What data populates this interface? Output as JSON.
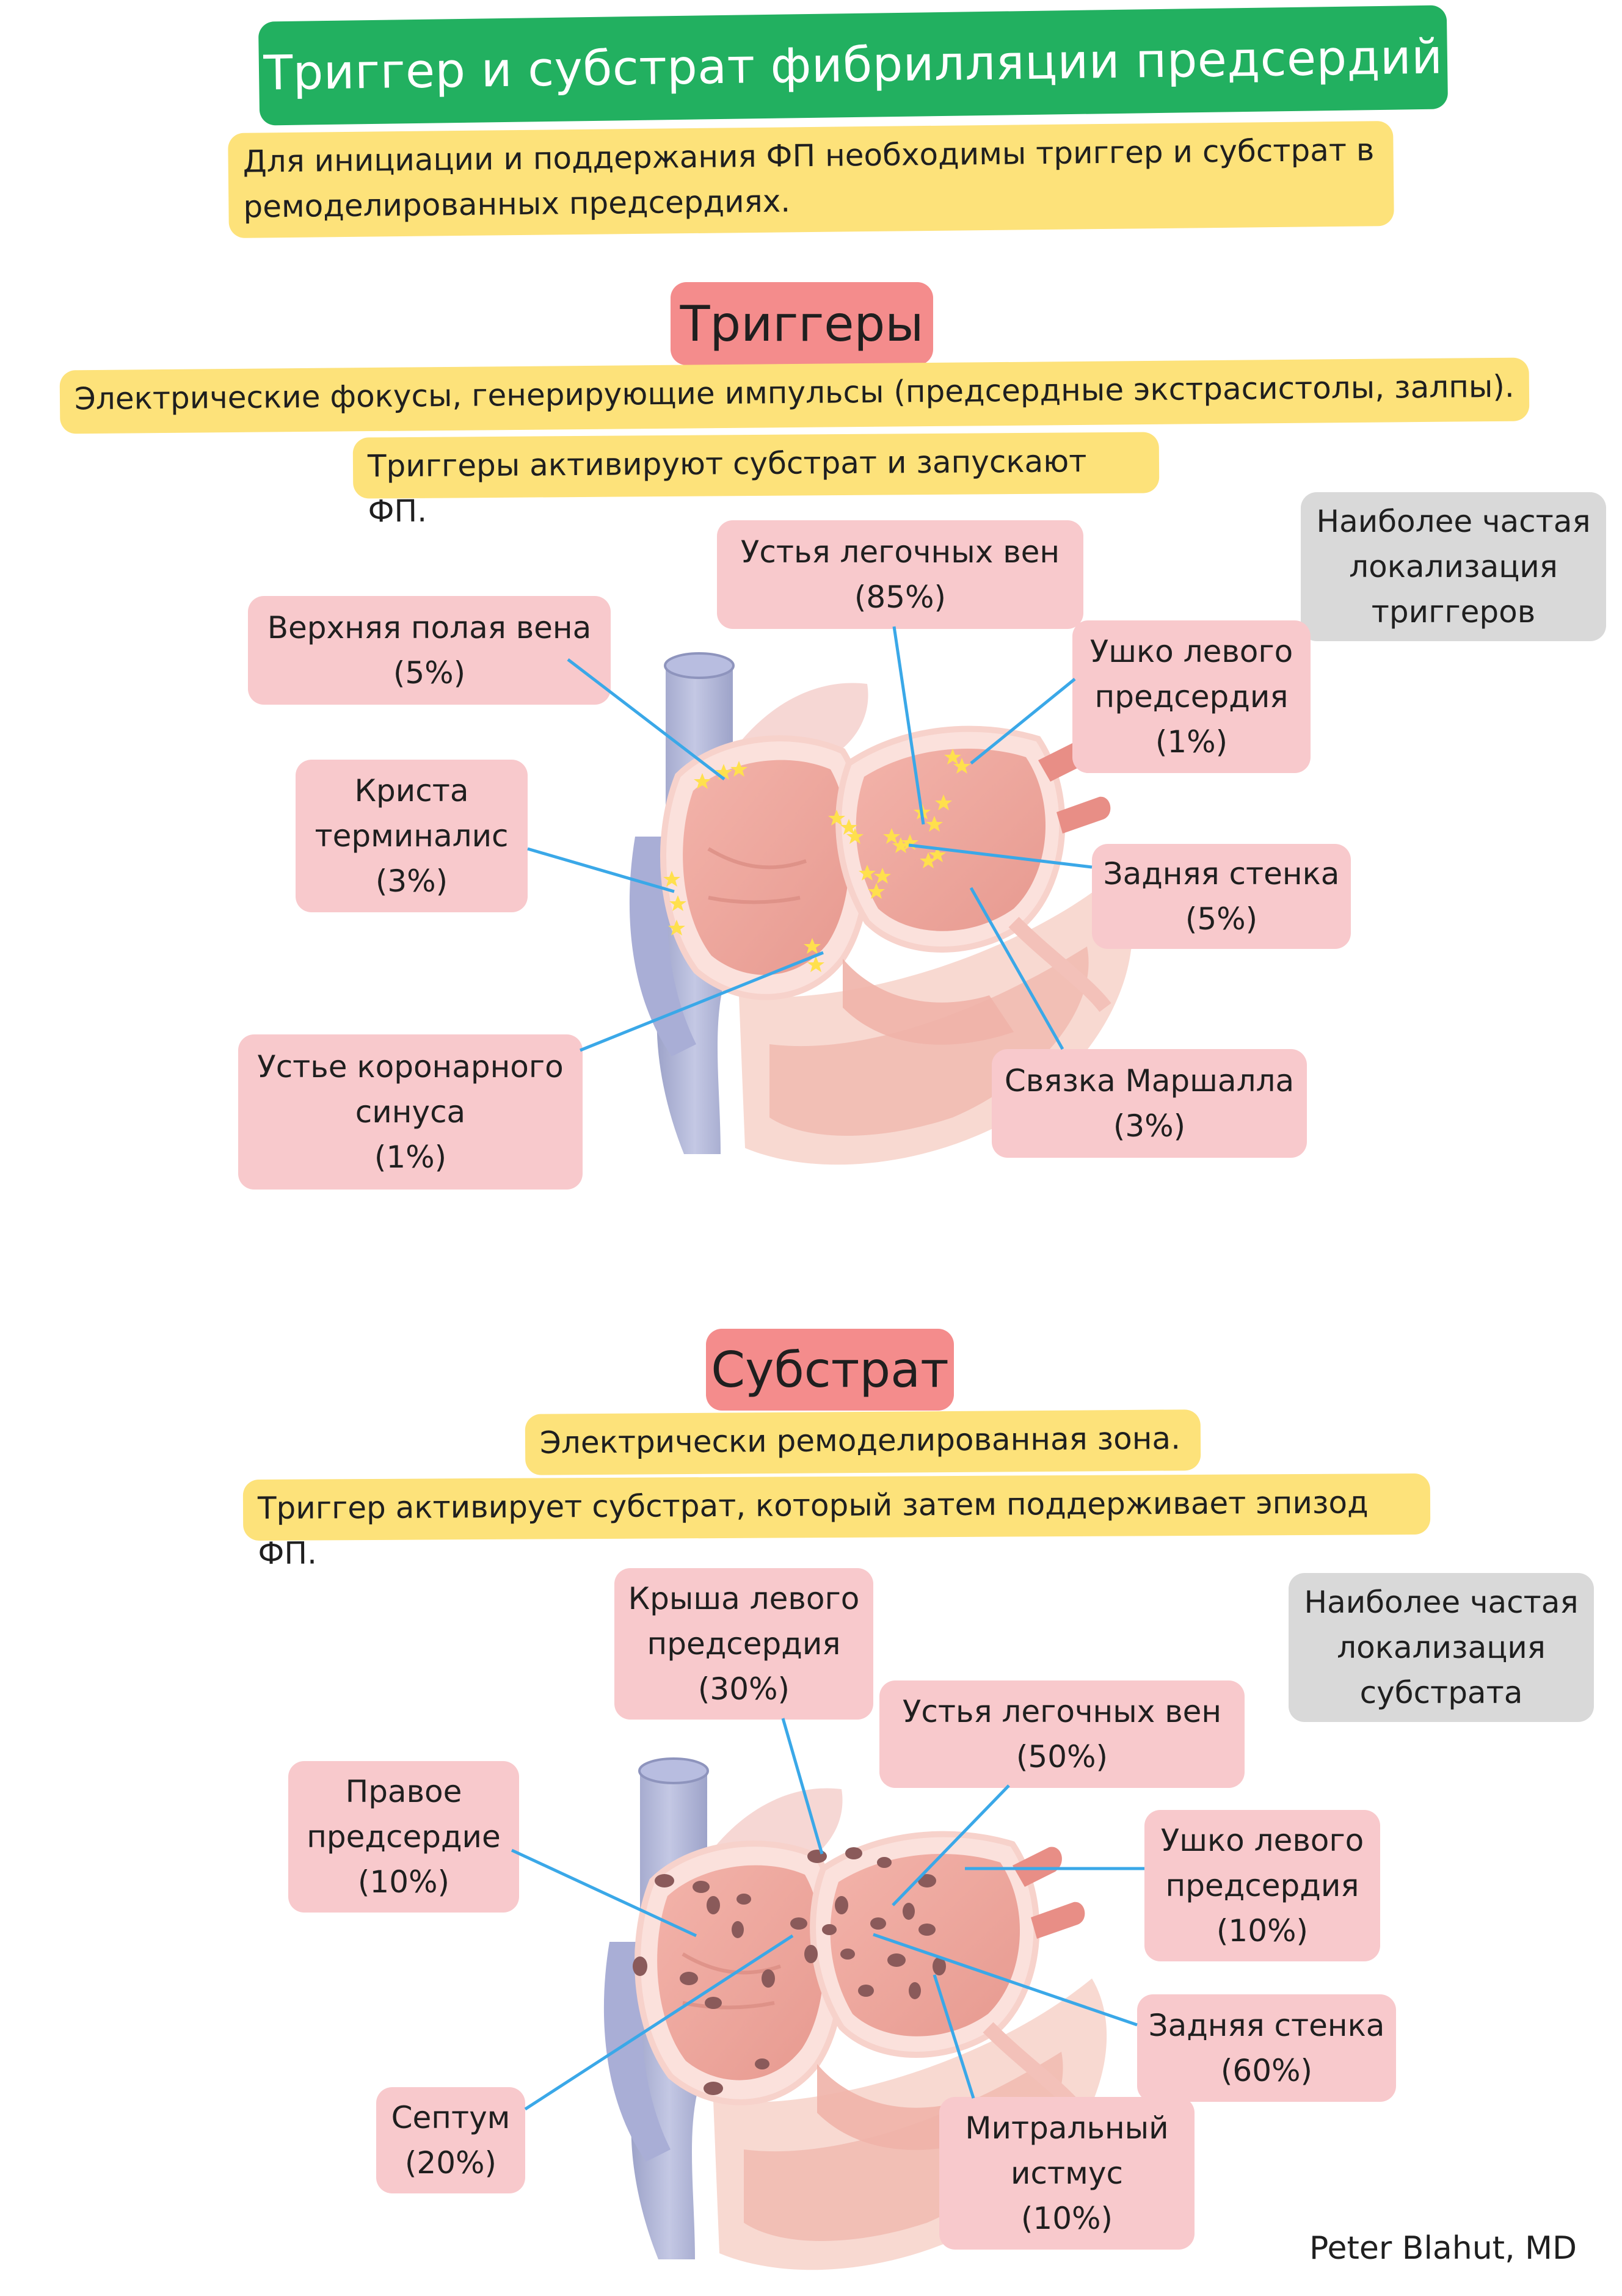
{
  "title": "Триггер и субстрат фибрилляции предсердий",
  "intro": {
    "line1": "Для инициации и поддержания ФП необходимы триггер и субстрат в",
    "line2": "ремоделированных предсердиях."
  },
  "triggers": {
    "heading": "Триггеры",
    "note1": "Электрические фокусы, генерирующие импульсы (предсердные экстрасистолы, залпы).",
    "note2": "Триггеры активируют субстрат и запускают ФП.",
    "info": [
      "Наиболее частая",
      "локализация",
      "триггеров"
    ],
    "labels": {
      "pv": [
        "Устья легочных вен",
        "(85%)"
      ],
      "svc": [
        "Верхняя полая вена",
        "(5%)"
      ],
      "laa": [
        "Ушко левого",
        "предсердия",
        "(1%)"
      ],
      "ct": [
        "Криста",
        "терминалис",
        "(3%)"
      ],
      "pw": [
        "Задняя стенка",
        "(5%)"
      ],
      "cs": [
        "Устье коронарного",
        "синуса",
        "(1%)"
      ],
      "lom": [
        "Связка Маршалла",
        "(3%)"
      ]
    }
  },
  "substrate": {
    "heading": "Субстрат",
    "note1": "Электрически ремоделированная зона.",
    "note2": "Триггер активирует субстрат, который затем поддерживает эпизод ФП.",
    "info": [
      "Наиболее частая",
      "локализация",
      "субстрата"
    ],
    "labels": {
      "roof": [
        "Крыша левого",
        "предсердия",
        "(30%)"
      ],
      "pv": [
        "Устья легочных вен",
        "(50%)"
      ],
      "ra": [
        "Правое",
        "предсердие",
        "(10%)"
      ],
      "laa": [
        "Ушко левого",
        "предсердия",
        "(10%)"
      ],
      "pw": [
        "Задняя стенка",
        "(60%)"
      ],
      "septum": [
        "Септум",
        "(20%)"
      ],
      "mi": [
        "Митральный",
        "истмус",
        "(10%)"
      ]
    }
  },
  "author": "Peter Blahut, MD",
  "colors": {
    "title_bg": "#22b060",
    "note_bg": "#fde27a",
    "heading_bg": "#f48c8c",
    "label_bg": "#f8c9cc",
    "info_bg": "#d9d9d9",
    "line": "#3aa8e8",
    "star": "#ffe04d",
    "spot": "#8a5a5a"
  }
}
